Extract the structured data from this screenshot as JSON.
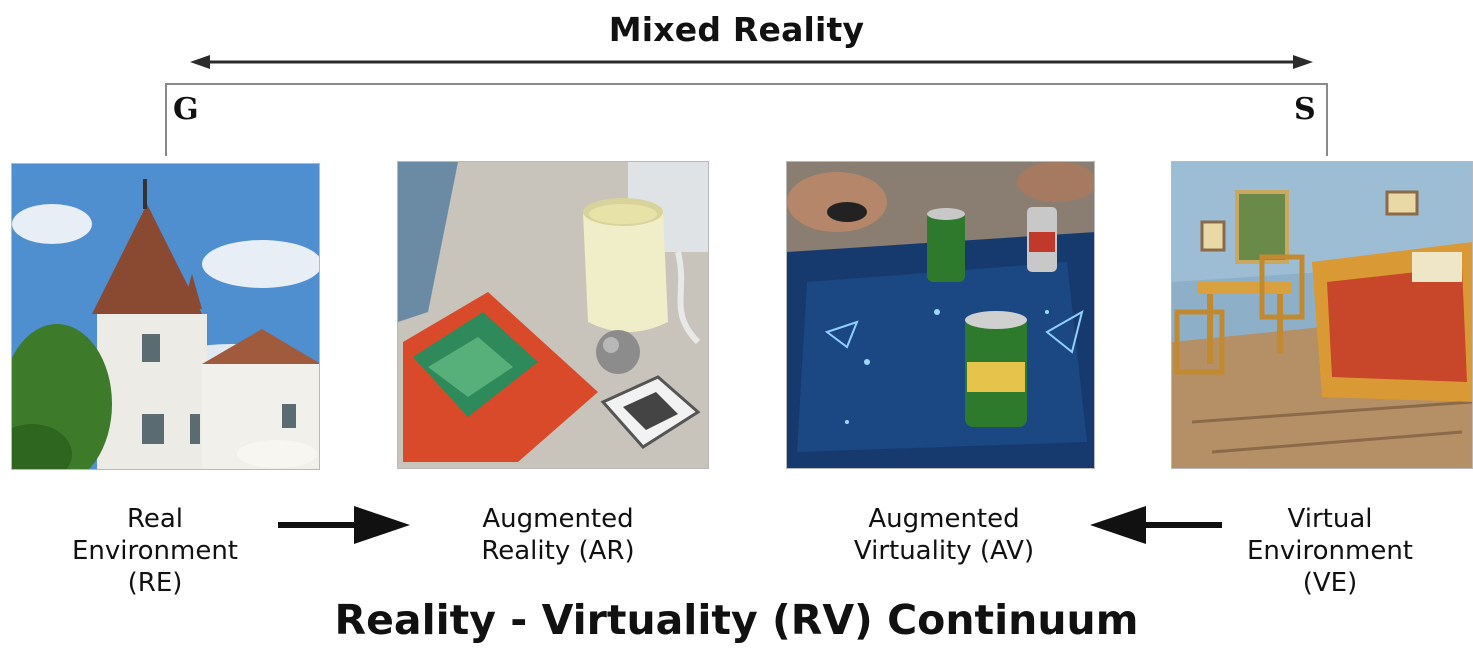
{
  "diagram": {
    "top_title": "Mixed Reality",
    "left_endpoint": "G",
    "right_endpoint": "S",
    "bottom_title": "Reality - Virtuality (RV) Continuum",
    "stages": [
      {
        "line1": "Real",
        "line2": "Environment",
        "line3": "(RE)",
        "image": "castle-photo"
      },
      {
        "line1": "Augmented",
        "line2": "Reality (AR)",
        "image": "desk-ar-photo"
      },
      {
        "line1": "Augmented",
        "line2": "Virtuality (AV)",
        "image": "tabletop-av-photo"
      },
      {
        "line1": "Virtual",
        "line2": "Environment",
        "line3": "(VE)",
        "image": "virtual-bedroom-render"
      }
    ],
    "arrows": [
      {
        "from": "Real Environment (RE)",
        "to": "Augmented Reality (AR)",
        "icon": "arrow-right-icon"
      },
      {
        "from": "Virtual Environment (VE)",
        "to": "Augmented Virtuality (AV)",
        "icon": "arrow-left-icon"
      }
    ],
    "mixed_reality_span_icon": "double-headed-arrow-icon"
  },
  "colors": {
    "line": "#2b2b2b",
    "bracket": "#8a8a8a",
    "panel_border": "#b9b9b9",
    "sky": "#4f8fd0",
    "roof": "#8a4a32",
    "desk": "#c9c4bb",
    "table_blue": "#163a6e",
    "can_green": "#2d7a2d",
    "bedroom_wall": "#8db0c8",
    "bed": "#d99a35"
  }
}
